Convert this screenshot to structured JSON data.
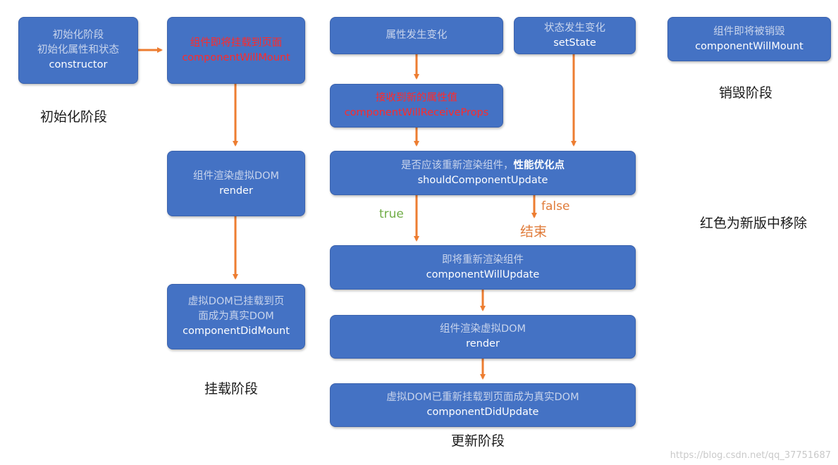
{
  "boxes": {
    "init": {
      "line1": "初始化阶段",
      "line2": "初始化属性和状态",
      "line3": "constructor"
    },
    "will_mount": {
      "line1": "组件即将挂载到页面",
      "line2": "componentWillMount"
    },
    "render_mount": {
      "line1": "组件渲染虚拟DOM",
      "line2": "render"
    },
    "did_mount": {
      "line1": "虚拟DOM已挂载到页",
      "line2": "面成为真实DOM",
      "line3": "componentDidMount"
    },
    "props_change": {
      "line1": "属性发生变化"
    },
    "state_change": {
      "line1": "状态发生变化",
      "line2": "setState"
    },
    "receive_props": {
      "line1": "接收到新的属性值",
      "line2": "componentWillReceiveProps"
    },
    "should_update": {
      "line1a": "是否应该重新渲染组件，",
      "line1b": "性能优化点",
      "line2": "shouldComponentUpdate"
    },
    "will_update": {
      "line1": "即将重新渲染组件",
      "line2": "componentWillUpdate"
    },
    "render_update": {
      "line1": "组件渲染虚拟DOM",
      "line2": "render"
    },
    "did_update": {
      "line1": "虚拟DOM已重新挂载到页面成为真实DOM",
      "line2": "componentDidUpdate"
    },
    "unmount": {
      "line1": "组件即将被销毁",
      "line2": "componentWillMount"
    }
  },
  "stages": {
    "init": "初始化阶段",
    "mount": "挂载阶段",
    "update": "更新阶段",
    "destroy": "销毁阶段"
  },
  "labels": {
    "true": "true",
    "false": "false",
    "end": "结束",
    "legend": "红色为新版中移除"
  },
  "watermark": "https://blog.csdn.net/qq_37751687",
  "colors": {
    "box_fill": "#4472C4",
    "arrow": "#ED7D31",
    "removed_text": "#FF2A2A",
    "true_label": "#70AD47",
    "false_label": "#E07B39"
  }
}
